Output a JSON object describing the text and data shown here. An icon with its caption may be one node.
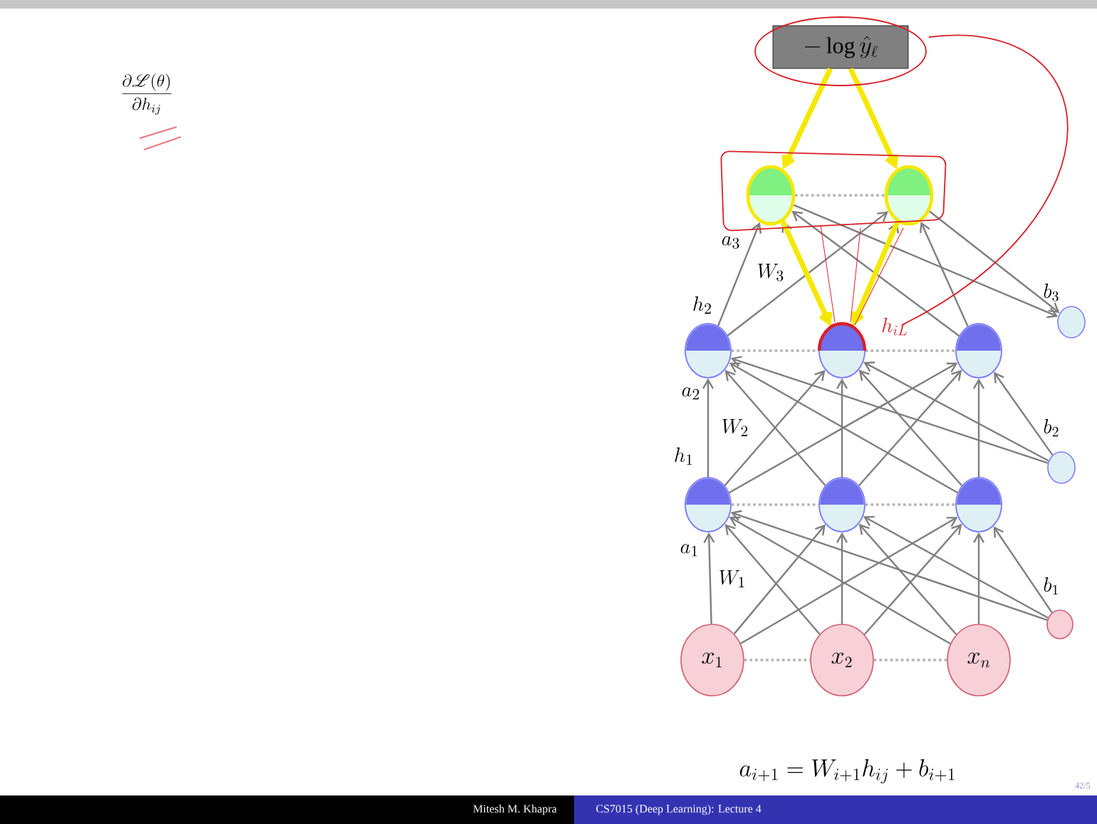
{
  "diagram": {
    "nodes": [
      {
        "text": [
          "-\\log \\hat{y}_\\ell"
        ]
      },
      {
        "text": [],
        "shape": "circle"
      },
      {
        "text": [],
        "shape": "circle"
      },
      {
        "text": [],
        "shape": "circle"
      },
      {
        "text": [],
        "shape": "circle"
      },
      {
        "text": [],
        "shape": "circle"
      },
      {
        "text": [],
        "shape": "circle"
      },
      {
        "text": [],
        "shape": "circle"
      },
      {
        "text": [],
        "shape": "circle"
      },
      {
        "text": [],
        "shape": "circle"
      },
      {
        "text": [],
        "shape": "circle"
      },
      {
        "text": [
          "x_1"
        ]
      },
      {
        "text": [
          "x_2"
        ]
      },
      {
        "text": [
          "x_n"
        ]
      },
      {
        "text": [],
        "shape": "circle"
      }
    ],
    "edges": [
      {
        "from": 11,
        "to": 7,
        "arrow": "to"
      },
      {
        "from": 11,
        "to": 8,
        "arrow": "to"
      },
      {
        "from": 11,
        "to": 9,
        "arrow": "to"
      },
      {
        "from": 12,
        "to": 7,
        "arrow": "to"
      },
      {
        "from": 12,
        "to": 8,
        "arrow": "to"
      },
      {
        "from": 12,
        "to": 9,
        "arrow": "to"
      },
      {
        "from": 13,
        "to": 7,
        "arrow": "to"
      },
      {
        "from": 13,
        "to": 8,
        "arrow": "to"
      },
      {
        "from": 13,
        "to": 9,
        "arrow": "to"
      },
      {
        "from": 14,
        "to": 7,
        "arrow": "to"
      },
      {
        "from": 14,
        "to": 8,
        "arrow": "to"
      },
      {
        "from": 14,
        "to": 9,
        "arrow": "to"
      },
      {
        "from": 7,
        "to": 3,
        "arrow": "to"
      },
      {
        "from": 7,
        "to": 4,
        "arrow": "to"
      },
      {
        "from": 7,
        "to": 5,
        "arrow": "to"
      },
      {
        "from": 8,
        "to": 3,
        "arrow": "to"
      },
      {
        "from": 8,
        "to": 4,
        "arrow": "to"
      },
      {
        "from": 8,
        "to": 5,
        "arrow": "to"
      },
      {
        "from": 9,
        "to": 3,
        "arrow": "to"
      },
      {
        "from": 9,
        "to": 4,
        "arrow": "to"
      },
      {
        "from": 9,
        "to": 5,
        "arrow": "to"
      },
      {
        "from": 10,
        "to": 3,
        "arrow": "to"
      },
      {
        "from": 10,
        "to": 4,
        "arrow": "to"
      },
      {
        "from": 10,
        "to": 5,
        "arrow": "to"
      },
      {
        "from": 3,
        "to": 1,
        "arrow": "to"
      },
      {
        "from": 3,
        "to": 2,
        "arrow": "to"
      },
      {
        "from": 4,
        "to": 1,
        "arrow": "to"
      },
      {
        "from": 4,
        "to": 2,
        "arrow": "to"
      },
      {
        "from": 5,
        "to": 1,
        "arrow": "to"
      },
      {
        "from": 5,
        "to": 2,
        "arrow": "to"
      },
      {
        "from": 1,
        "to": 6,
        "arrow": "to"
      },
      {
        "from": 2,
        "to": 6,
        "arrow": "to"
      },
      {
        "from": 11,
        "to": 12,
        "arrow": "none",
        "style": "dashed"
      },
      {
        "from": 12,
        "to": 13,
        "arrow": "none",
        "style": "dashed"
      },
      {
        "from": 7,
        "to": 8,
        "arrow": "none",
        "style": "dashed"
      },
      {
        "from": 8,
        "to": 9,
        "arrow": "none",
        "style": "dashed"
      },
      {
        "from": 3,
        "to": 4,
        "arrow": "none",
        "style": "dashed"
      },
      {
        "from": 4,
        "to": 5,
        "arrow": "none",
        "style": "dashed"
      },
      {
        "from": 1,
        "to": 2,
        "arrow": "none",
        "style": "dashed"
      },
      {
        "from": 0,
        "to": 1,
        "arrow": "to",
        "style": "thick",
        "color": "#f5e800"
      },
      {
        "from": 0,
        "to": 2,
        "arrow": "to",
        "style": "thick",
        "color": "#f5e800"
      },
      {
        "from": 1,
        "to": 4,
        "arrow": "to",
        "style": "thick",
        "color": "#f5e800"
      },
      {
        "from": 2,
        "to": 4,
        "arrow": "to",
        "style": "thick",
        "color": "#f5e800"
      }
    ],
    "labels": [
      "\\frac{\\partial \\mathscr{L}(\\theta)}{\\partial h_{ij}}",
      "a_3",
      "W_3",
      "b_3",
      "h_2",
      "h_{iL}",
      "a_2",
      "W_2",
      "b_2",
      "h_1",
      "a_1",
      "W_1",
      "b_1",
      "a_{i+1} = W_{i+1}h_{ij} + b_{i+1}",
      "42/5",
      "Mitesh M. Khapra",
      "CS7015 (Deep Learning): Lecture 4"
    ]
  }
}
